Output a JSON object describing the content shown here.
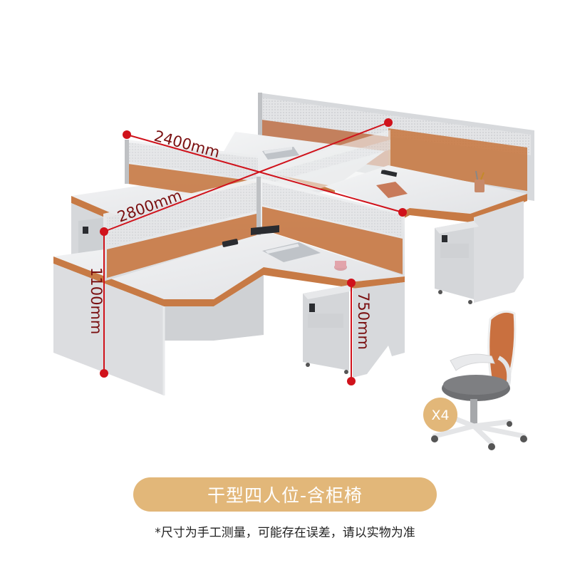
{
  "dimensions": {
    "width_label": "2400mm",
    "depth_label": "2800mm",
    "partition_height_label": "1100mm",
    "desk_height_label": "750mm"
  },
  "chair_badge": "X4",
  "product_title": "干型四人位-含柜椅",
  "disclaimer": "*尺寸为手工测量，可能存在误差，请以实物为准",
  "colors": {
    "dimension_red": "#d0121b",
    "pill_gold": "#e2b779",
    "accent_orange": "#c87a45",
    "desk_white": "#ecedef",
    "body_grey": "#d2d3d6"
  }
}
